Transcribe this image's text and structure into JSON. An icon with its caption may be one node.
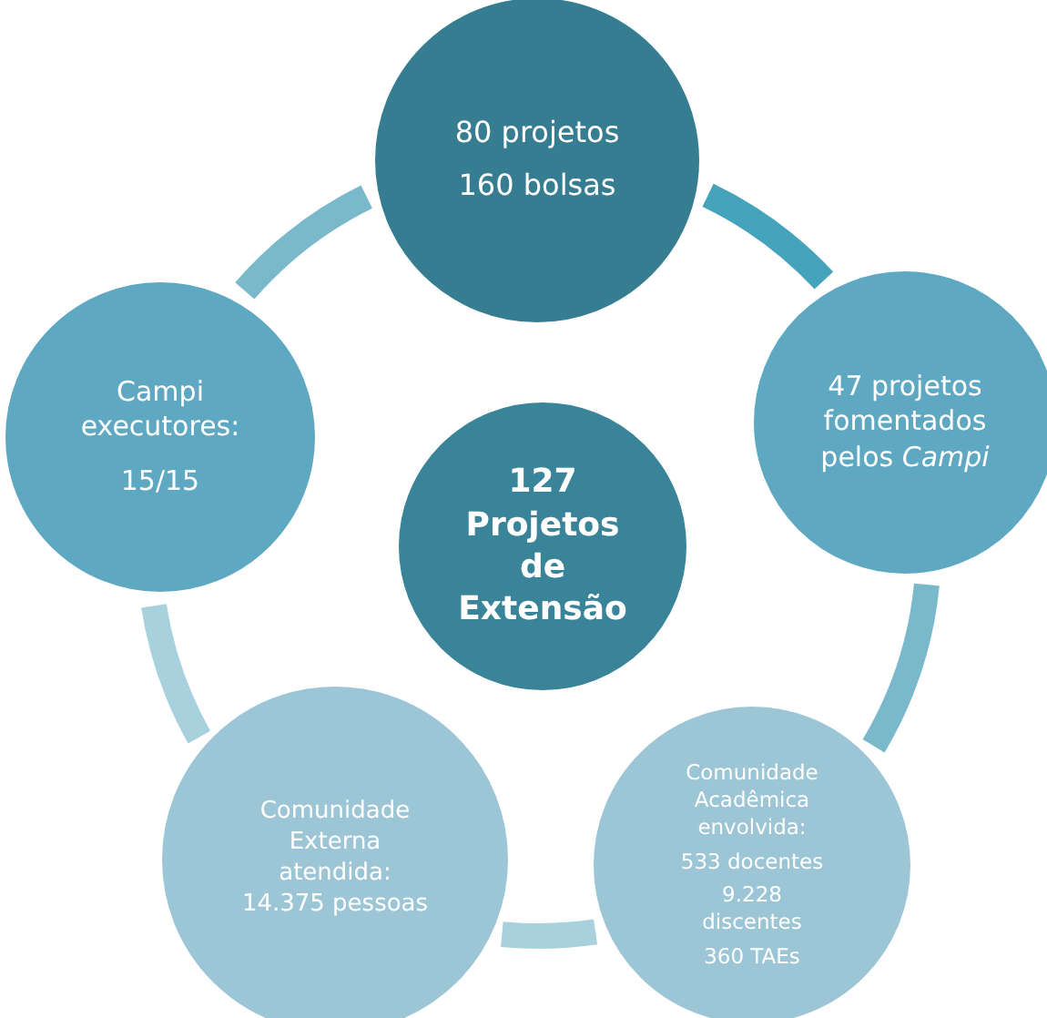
{
  "diagram": {
    "nodes": [
      {
        "text": [
          "80 projetos",
          "160 bolsas"
        ]
      },
      {
        "text": [
          "Campi executores:",
          "15/15"
        ]
      },
      {
        "text": [
          "47 projetos fomentados pelos *Campi*"
        ]
      },
      {
        "text": [
          "127 Projetos de Extensão"
        ]
      },
      {
        "text": [
          "Comunidade Externa atendida: 14.375 pessoas"
        ]
      },
      {
        "text": [
          "Comunidade Acadêmica envolvida:",
          "533 docentes",
          "9.228 discentes",
          "360 TAEs"
        ]
      }
    ],
    "edges": [
      {
        "from": 0,
        "to": 2,
        "arrow": "none",
        "color": "#45a3bb"
      },
      {
        "from": 2,
        "to": 5,
        "arrow": "none",
        "color": "#7ab8cc"
      },
      {
        "from": 5,
        "to": 4,
        "arrow": "none",
        "color": "#a8d0dd"
      },
      {
        "from": 4,
        "to": 1,
        "arrow": "none",
        "color": "#a8d0dd"
      },
      {
        "from": 1,
        "to": 0,
        "arrow": "none",
        "color": "#7ab8cc"
      }
    ]
  }
}
